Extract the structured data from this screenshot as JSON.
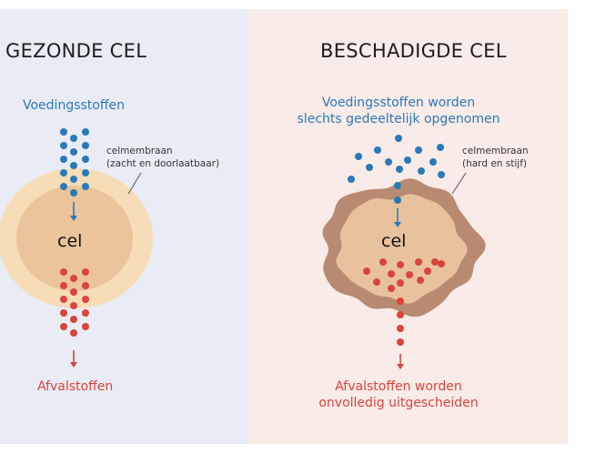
{
  "left": {
    "title": "GEZONDE CEL",
    "nutrients": "Voedingsstoffen",
    "membrane_line1": "celmembraan",
    "membrane_line2": "(zacht en doorlaatbaar)",
    "cell": "cel",
    "waste": "Afvalstoffen"
  },
  "right": {
    "title": "BESCHADIGDE CEL",
    "nutrients_line1": "Voedingsstoffen worden",
    "nutrients_line2": "slechts gedeeltelijk opgenomen",
    "membrane_line1": "celmembraan",
    "membrane_line2": "(hard en stijf)",
    "cell": "cel",
    "waste_line1": "Afvalstoffen worden",
    "waste_line2": "onvolledig uitgescheiden"
  },
  "colors": {
    "nutrient_blue": "#2a79b8",
    "waste_red": "#d9443b",
    "healthy_outer": "#f6ddb8",
    "healthy_inner": "#ebc49b",
    "damaged_outer": "#b98a72",
    "damaged_inner": "#e8c19d"
  }
}
